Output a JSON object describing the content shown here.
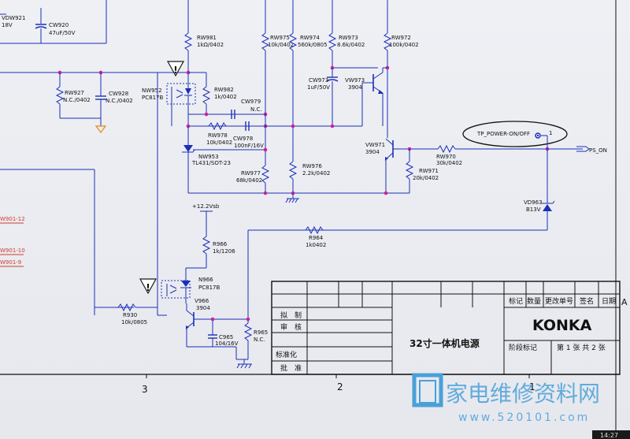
{
  "components": {
    "vdw921": {
      "ref": "VDW921",
      "value": "18V"
    },
    "cw920": {
      "ref": "CW920",
      "value": "47uF/50V"
    },
    "rw981": {
      "ref": "RW981",
      "value": "1kΩ/0402"
    },
    "rw975": {
      "ref": "RW975",
      "value": "10k/0402"
    },
    "rw974": {
      "ref": "RW974",
      "value": "560k/0805"
    },
    "rw973": {
      "ref": "RW973",
      "value": "8.6k/0402"
    },
    "rw972": {
      "ref": "RW972",
      "value": "100k/0402"
    },
    "rw927": {
      "ref": "RW927",
      "value": "N.C./0402"
    },
    "cw928": {
      "ref": "CW928",
      "value": "N.C./0402"
    },
    "nw952": {
      "ref": "NW952",
      "value": "PC817B"
    },
    "rw982": {
      "ref": "RW982",
      "value": "1k/0402"
    },
    "cw979": {
      "ref": "CW979",
      "value": "N.C."
    },
    "cw973": {
      "ref": "CW973",
      "value": "1uF/50V"
    },
    "vw973": {
      "ref": "VW973",
      "value": "3904"
    },
    "rw978": {
      "ref": "RW978",
      "value": "10k/0402"
    },
    "cw978": {
      "ref": "CW978",
      "value": "100nF/16V"
    },
    "nw953": {
      "ref": "NW953",
      "value": "TL431/SOT-23"
    },
    "vw971": {
      "ref": "VW971",
      "value": "3904"
    },
    "rw970": {
      "ref": "RW970",
      "value": "30k/0402"
    },
    "rw971": {
      "ref": "RW971",
      "value": "20k/0402"
    },
    "rw977": {
      "ref": "RW977",
      "value": "68k/0402"
    },
    "rw976": {
      "ref": "RW976",
      "value": "2.2k/0402"
    },
    "vd963": {
      "ref": "VD963",
      "value": "B13V"
    },
    "r964": {
      "ref": "R964",
      "value": "1k0402"
    },
    "r966": {
      "ref": "R966",
      "value": "1k/1206"
    },
    "n966": {
      "ref": "N966",
      "value": "PC817B"
    },
    "v966": {
      "ref": "V966",
      "value": "3904"
    },
    "c965": {
      "ref": "C965",
      "value": "104/16V"
    },
    "r965": {
      "ref": "R965",
      "value": "N.C."
    },
    "r930": {
      "ref": "R930",
      "value": "10k/0805"
    }
  },
  "nets": {
    "tp_power": "TP_POWER-ON/OFF",
    "tp_pin": "1",
    "ps_on": "PS_ON",
    "vsb": "+12.2Vsb",
    "w901_12": "W901-12",
    "w901_10": "W901-10",
    "w901_9": "W901-9"
  },
  "title_block": {
    "header_cells": [
      "标记",
      "数量",
      "更改单号",
      "签名",
      "日期"
    ],
    "overflow_letter": "A",
    "rows": [
      "拟　制",
      "审　核",
      "",
      "标准化",
      "批　准"
    ],
    "title": "32寸一体机电源",
    "company": "KONKA",
    "stage_label": "阶段标记",
    "sheet_text": "第 1 张 共 2 张"
  },
  "grid_numbers": [
    "3",
    "2",
    "1"
  ],
  "watermark": {
    "text": "家电维修资料网",
    "url": "www.520101.com"
  },
  "clock": "14:27",
  "colors": {
    "wire": "#1c2fb8",
    "junction": "#c8249a",
    "red_net": "#d43a2f",
    "watermark": "#4aa0d8"
  }
}
